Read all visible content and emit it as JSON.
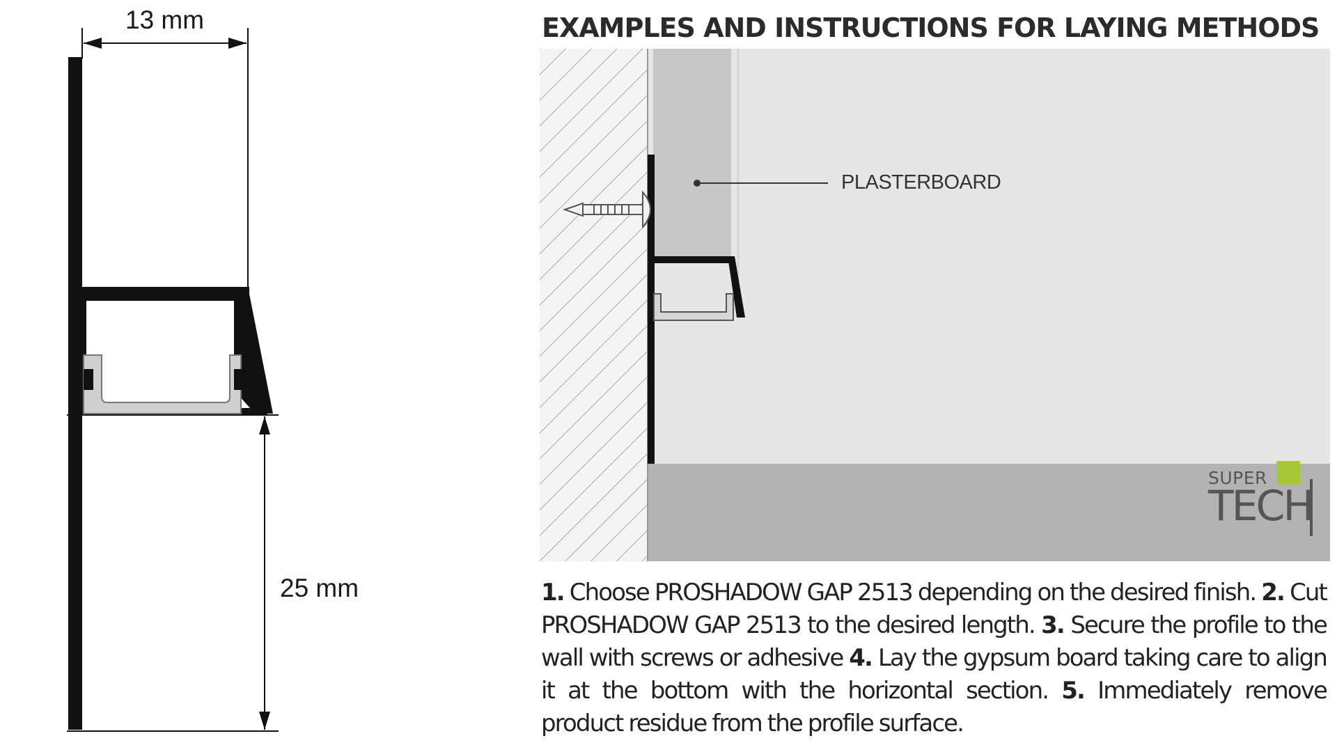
{
  "title": "EXAMPLES AND INSTRUCTIONS FOR LAYING METHODS",
  "profile": {
    "width_label": "13 mm",
    "height_label": "25 mm"
  },
  "scene": {
    "plasterboard_label": "PLASTERBOARD"
  },
  "logo": {
    "super": "SUPER",
    "tech": "TECH",
    "accent_color": "#a8c736"
  },
  "colors": {
    "profile": "#111111",
    "insert": "#cfcfcf",
    "wall_hatch": "#bdbdbd",
    "plasterboard": "#c8c8c8",
    "light_area": "#e6e6e6",
    "floor": "#b3b3b3"
  },
  "steps": [
    {
      "num": "1.",
      "text": "Choose PROSHADOW GAP 2513 depending on the desired finish."
    },
    {
      "num": "2.",
      "text": "Cut PROSHADOW GAP 2513 to the desired length."
    },
    {
      "num": "3.",
      "text": "Secure the profile to the wall with screws or adhesive"
    },
    {
      "num": "4.",
      "text": "Lay the gypsum board taking care to align it at the bottom with the horizontal section."
    },
    {
      "num": "5.",
      "text": "Immediately remove product residue from the profile surface."
    }
  ]
}
